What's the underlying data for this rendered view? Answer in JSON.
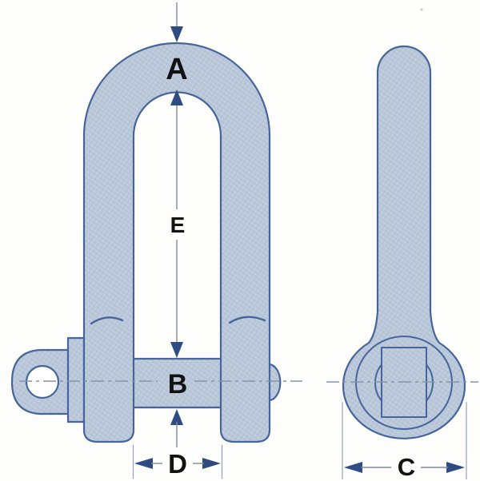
{
  "diagram": {
    "labels": {
      "a": "A",
      "b": "B",
      "c": "C",
      "d": "D",
      "e": "E"
    }
  },
  "colors": {
    "background": "#fdfdfc",
    "body_fill": "#b9c7d9",
    "texture_dark": "#9db1c9",
    "texture_light": "#d6dfe9",
    "outline": "#46659b",
    "arrow": "#2e4c82",
    "dimension_line": "#7b89a2",
    "centerline": "#8494aa",
    "label_text": "#121212",
    "hole_fill": "#ffffff"
  }
}
